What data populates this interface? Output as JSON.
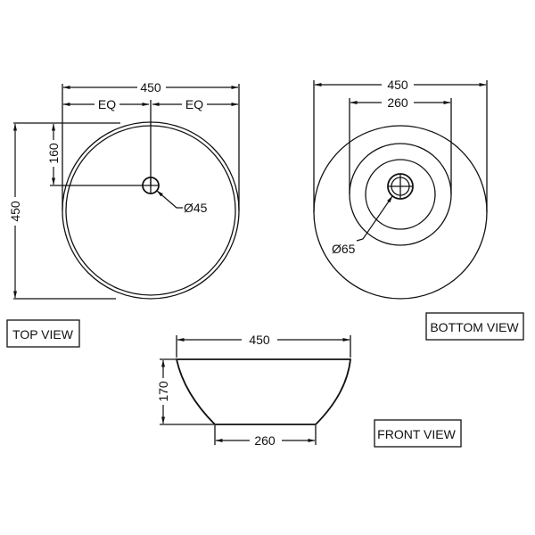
{
  "drawing": {
    "units": "mm",
    "line_color": "#111111",
    "background": "#ffffff"
  },
  "top_view": {
    "label": "TOP VIEW",
    "overall_width": "450",
    "overall_depth": "450",
    "left_offset": "EQ",
    "right_offset": "EQ",
    "drain_offset_from_back": "160",
    "drain_diameter": "Ø45"
  },
  "bottom_view": {
    "label": "BOTTOM VIEW",
    "overall_width": "450",
    "base_width": "260",
    "drain_diameter": "Ø65"
  },
  "front_view": {
    "label": "FRONT VIEW",
    "top_width": "450",
    "height": "170",
    "base_width": "260"
  }
}
